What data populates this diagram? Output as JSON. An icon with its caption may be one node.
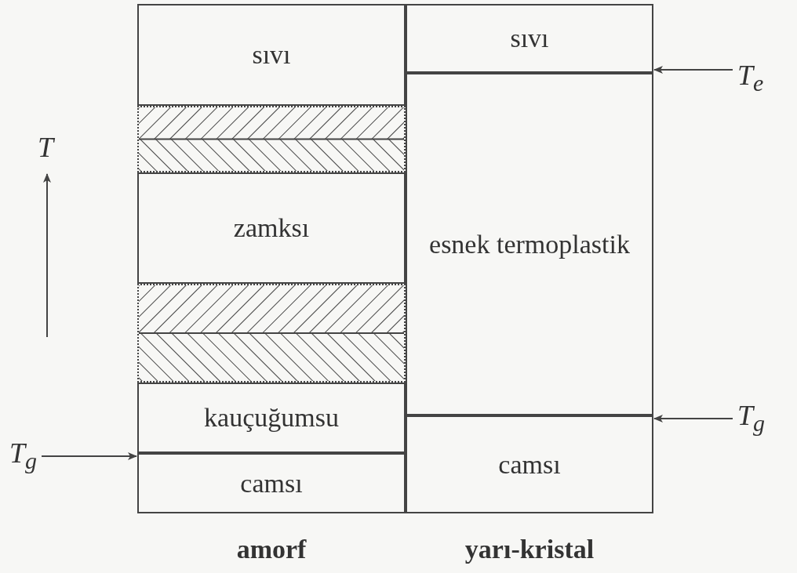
{
  "diagram": {
    "nodes": [
      {
        "text": [
          "amorf"
        ]
      },
      {
        "text": [
          "sıvı"
        ],
        "in": 0
      },
      {
        "text": [],
        "shape": "band",
        "in": 0
      },
      {
        "text": [
          "zamksı"
        ],
        "in": 0
      },
      {
        "text": [],
        "shape": "band",
        "in": 0
      },
      {
        "text": [
          "kauçuğumsu"
        ],
        "in": 0
      },
      {
        "text": [
          "camsı"
        ],
        "in": 0
      },
      {
        "text": [
          "yarı-kristal"
        ]
      },
      {
        "text": [
          "sıvı"
        ],
        "in": 7
      },
      {
        "text": [
          "esnek termoplastik"
        ],
        "in": 7
      },
      {
        "text": [
          "camsı"
        ],
        "in": 7
      },
      {
        "text": [
          "T$_{e}$"
        ]
      },
      {
        "text": [
          "T$_{g}$"
        ]
      },
      {
        "text": [
          "T$_{g}$"
        ]
      }
    ],
    "edges": [
      {
        "from": 11,
        "to": 8,
        "arrow": "to"
      },
      {
        "from": 12,
        "to": 10,
        "arrow": "to"
      },
      {
        "from": 13,
        "to": 6,
        "arrow": "to"
      }
    ],
    "labels": [
      "T"
    ]
  }
}
